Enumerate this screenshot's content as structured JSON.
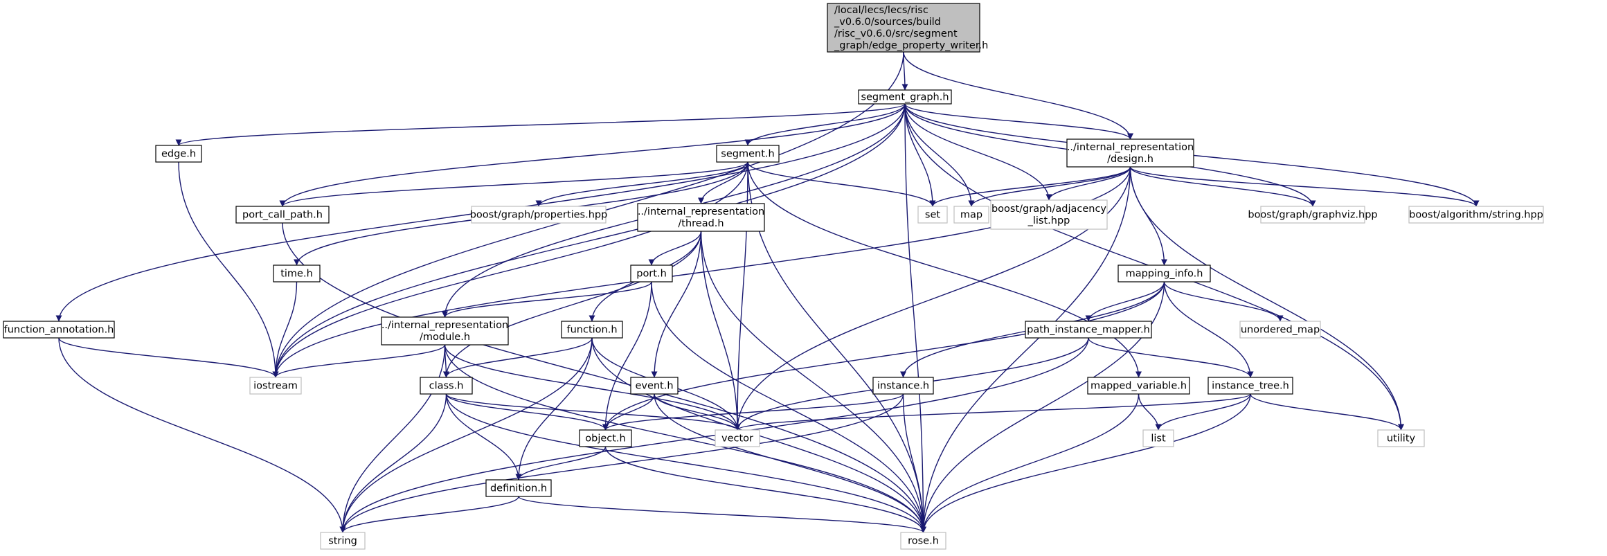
{
  "colors": {
    "edge": "#191970",
    "root_fill": "#bfbfbf",
    "project_border": "#000000",
    "external_border": "#bfbfbf"
  },
  "nodes": [
    {
      "id": "root",
      "lines": [
        "/local/lecs/lecs/risc",
        "_v0.6.0/sources/build",
        "/risc_v0.6.0/src/segment",
        "_graph/edge_property_writer.h"
      ],
      "style": "root"
    },
    {
      "id": "segment_graph",
      "lines": [
        "segment_graph.h"
      ],
      "style": "main"
    },
    {
      "id": "edge",
      "lines": [
        "edge.h"
      ],
      "style": "main"
    },
    {
      "id": "segment",
      "lines": [
        "segment.h"
      ],
      "style": "main"
    },
    {
      "id": "design",
      "lines": [
        "../internal_representation",
        "/design.h"
      ],
      "style": "main"
    },
    {
      "id": "port_call_path",
      "lines": [
        "port_call_path.h"
      ],
      "style": "main"
    },
    {
      "id": "props",
      "lines": [
        "boost/graph/properties.hpp"
      ],
      "style": "ext"
    },
    {
      "id": "thread",
      "lines": [
        "../internal_representation",
        "/thread.h"
      ],
      "style": "main"
    },
    {
      "id": "set",
      "lines": [
        "set"
      ],
      "style": "ext"
    },
    {
      "id": "map",
      "lines": [
        "map"
      ],
      "style": "ext"
    },
    {
      "id": "adjlist",
      "lines": [
        "boost/graph/adjacency",
        "_list.hpp"
      ],
      "style": "ext"
    },
    {
      "id": "graphviz",
      "lines": [
        "boost/graph/graphviz.hpp"
      ],
      "style": "ext"
    },
    {
      "id": "algostring",
      "lines": [
        "boost/algorithm/string.hpp"
      ],
      "style": "ext"
    },
    {
      "id": "time",
      "lines": [
        "time.h"
      ],
      "style": "main"
    },
    {
      "id": "port",
      "lines": [
        "port.h"
      ],
      "style": "main"
    },
    {
      "id": "mapping_info",
      "lines": [
        "mapping_info.h"
      ],
      "style": "main"
    },
    {
      "id": "function_annotation",
      "lines": [
        "function_annotation.h"
      ],
      "style": "main"
    },
    {
      "id": "module",
      "lines": [
        "../internal_representation",
        "/module.h"
      ],
      "style": "main"
    },
    {
      "id": "function",
      "lines": [
        "function.h"
      ],
      "style": "main"
    },
    {
      "id": "path_instance_mapper",
      "lines": [
        "path_instance_mapper.h"
      ],
      "style": "main"
    },
    {
      "id": "unordered_map",
      "lines": [
        "unordered_map"
      ],
      "style": "ext"
    },
    {
      "id": "iostream",
      "lines": [
        "iostream"
      ],
      "style": "ext"
    },
    {
      "id": "class",
      "lines": [
        "class.h"
      ],
      "style": "main"
    },
    {
      "id": "event",
      "lines": [
        "event.h"
      ],
      "style": "main"
    },
    {
      "id": "instance",
      "lines": [
        "instance.h"
      ],
      "style": "main"
    },
    {
      "id": "mapped_variable",
      "lines": [
        "mapped_variable.h"
      ],
      "style": "main"
    },
    {
      "id": "instance_tree",
      "lines": [
        "instance_tree.h"
      ],
      "style": "main"
    },
    {
      "id": "object",
      "lines": [
        "object.h"
      ],
      "style": "main"
    },
    {
      "id": "vector",
      "lines": [
        "vector"
      ],
      "style": "ext"
    },
    {
      "id": "list",
      "lines": [
        "list"
      ],
      "style": "ext"
    },
    {
      "id": "utility",
      "lines": [
        "utility"
      ],
      "style": "ext"
    },
    {
      "id": "definition",
      "lines": [
        "definition.h"
      ],
      "style": "main"
    },
    {
      "id": "string",
      "lines": [
        "string"
      ],
      "style": "ext"
    },
    {
      "id": "rose",
      "lines": [
        "rose.h"
      ],
      "style": "ext"
    }
  ],
  "edges": [
    [
      "root",
      "segment_graph"
    ],
    [
      "root",
      "design"
    ],
    [
      "root",
      "iostream"
    ],
    [
      "segment_graph",
      "edge"
    ],
    [
      "segment_graph",
      "segment"
    ],
    [
      "segment_graph",
      "design"
    ],
    [
      "segment_graph",
      "port_call_path"
    ],
    [
      "segment_graph",
      "set"
    ],
    [
      "segment_graph",
      "map"
    ],
    [
      "segment_graph",
      "adjlist"
    ],
    [
      "segment_graph",
      "graphviz"
    ],
    [
      "segment_graph",
      "algostring"
    ],
    [
      "segment_graph",
      "function_annotation"
    ],
    [
      "segment_graph",
      "module"
    ],
    [
      "segment_graph",
      "iostream"
    ],
    [
      "segment_graph",
      "utility"
    ],
    [
      "segment_graph",
      "rose"
    ],
    [
      "edge",
      "iostream"
    ],
    [
      "segment",
      "port_call_path"
    ],
    [
      "segment",
      "props"
    ],
    [
      "segment",
      "thread"
    ],
    [
      "segment",
      "set"
    ],
    [
      "segment",
      "time"
    ],
    [
      "segment",
      "iostream"
    ],
    [
      "segment",
      "vector"
    ],
    [
      "segment",
      "mapped_variable"
    ],
    [
      "segment",
      "rose"
    ],
    [
      "design",
      "set"
    ],
    [
      "design",
      "map"
    ],
    [
      "design",
      "adjlist"
    ],
    [
      "design",
      "graphviz"
    ],
    [
      "design",
      "algostring"
    ],
    [
      "design",
      "mapping_info"
    ],
    [
      "design",
      "iostream"
    ],
    [
      "design",
      "vector"
    ],
    [
      "design",
      "utility"
    ],
    [
      "design",
      "rose"
    ],
    [
      "port_call_path",
      "rose"
    ],
    [
      "thread",
      "port"
    ],
    [
      "thread",
      "function"
    ],
    [
      "thread",
      "class"
    ],
    [
      "thread",
      "event"
    ],
    [
      "thread",
      "vector"
    ],
    [
      "thread",
      "rose"
    ],
    [
      "time",
      "iostream"
    ],
    [
      "port",
      "module"
    ],
    [
      "port",
      "object"
    ],
    [
      "port",
      "rose"
    ],
    [
      "mapping_info",
      "instance"
    ],
    [
      "mapping_info",
      "path_instance_mapper"
    ],
    [
      "mapping_info",
      "unordered_map"
    ],
    [
      "mapping_info",
      "instance_tree"
    ],
    [
      "mapping_info",
      "object"
    ],
    [
      "mapping_info",
      "rose"
    ],
    [
      "function_annotation",
      "iostream"
    ],
    [
      "function_annotation",
      "string"
    ],
    [
      "module",
      "class"
    ],
    [
      "module",
      "iostream"
    ],
    [
      "module",
      "string"
    ],
    [
      "module",
      "vector"
    ],
    [
      "module",
      "rose"
    ],
    [
      "function",
      "class"
    ],
    [
      "function",
      "definition"
    ],
    [
      "function",
      "string"
    ],
    [
      "function",
      "vector"
    ],
    [
      "function",
      "rose"
    ],
    [
      "path_instance_mapper",
      "instance_tree"
    ],
    [
      "path_instance_mapper",
      "vector"
    ],
    [
      "path_instance_mapper",
      "string"
    ],
    [
      "class",
      "object"
    ],
    [
      "class",
      "definition"
    ],
    [
      "class",
      "string"
    ],
    [
      "class",
      "vector"
    ],
    [
      "class",
      "rose"
    ],
    [
      "event",
      "object"
    ],
    [
      "event",
      "vector"
    ],
    [
      "event",
      "rose"
    ],
    [
      "instance",
      "object"
    ],
    [
      "instance",
      "string"
    ],
    [
      "instance",
      "rose"
    ],
    [
      "mapped_variable",
      "list"
    ],
    [
      "mapped_variable",
      "rose"
    ],
    [
      "instance_tree",
      "vector"
    ],
    [
      "instance_tree",
      "list"
    ],
    [
      "instance_tree",
      "utility"
    ],
    [
      "instance_tree",
      "rose"
    ],
    [
      "object",
      "definition"
    ],
    [
      "object",
      "rose"
    ],
    [
      "definition",
      "string"
    ],
    [
      "definition",
      "rose"
    ]
  ]
}
